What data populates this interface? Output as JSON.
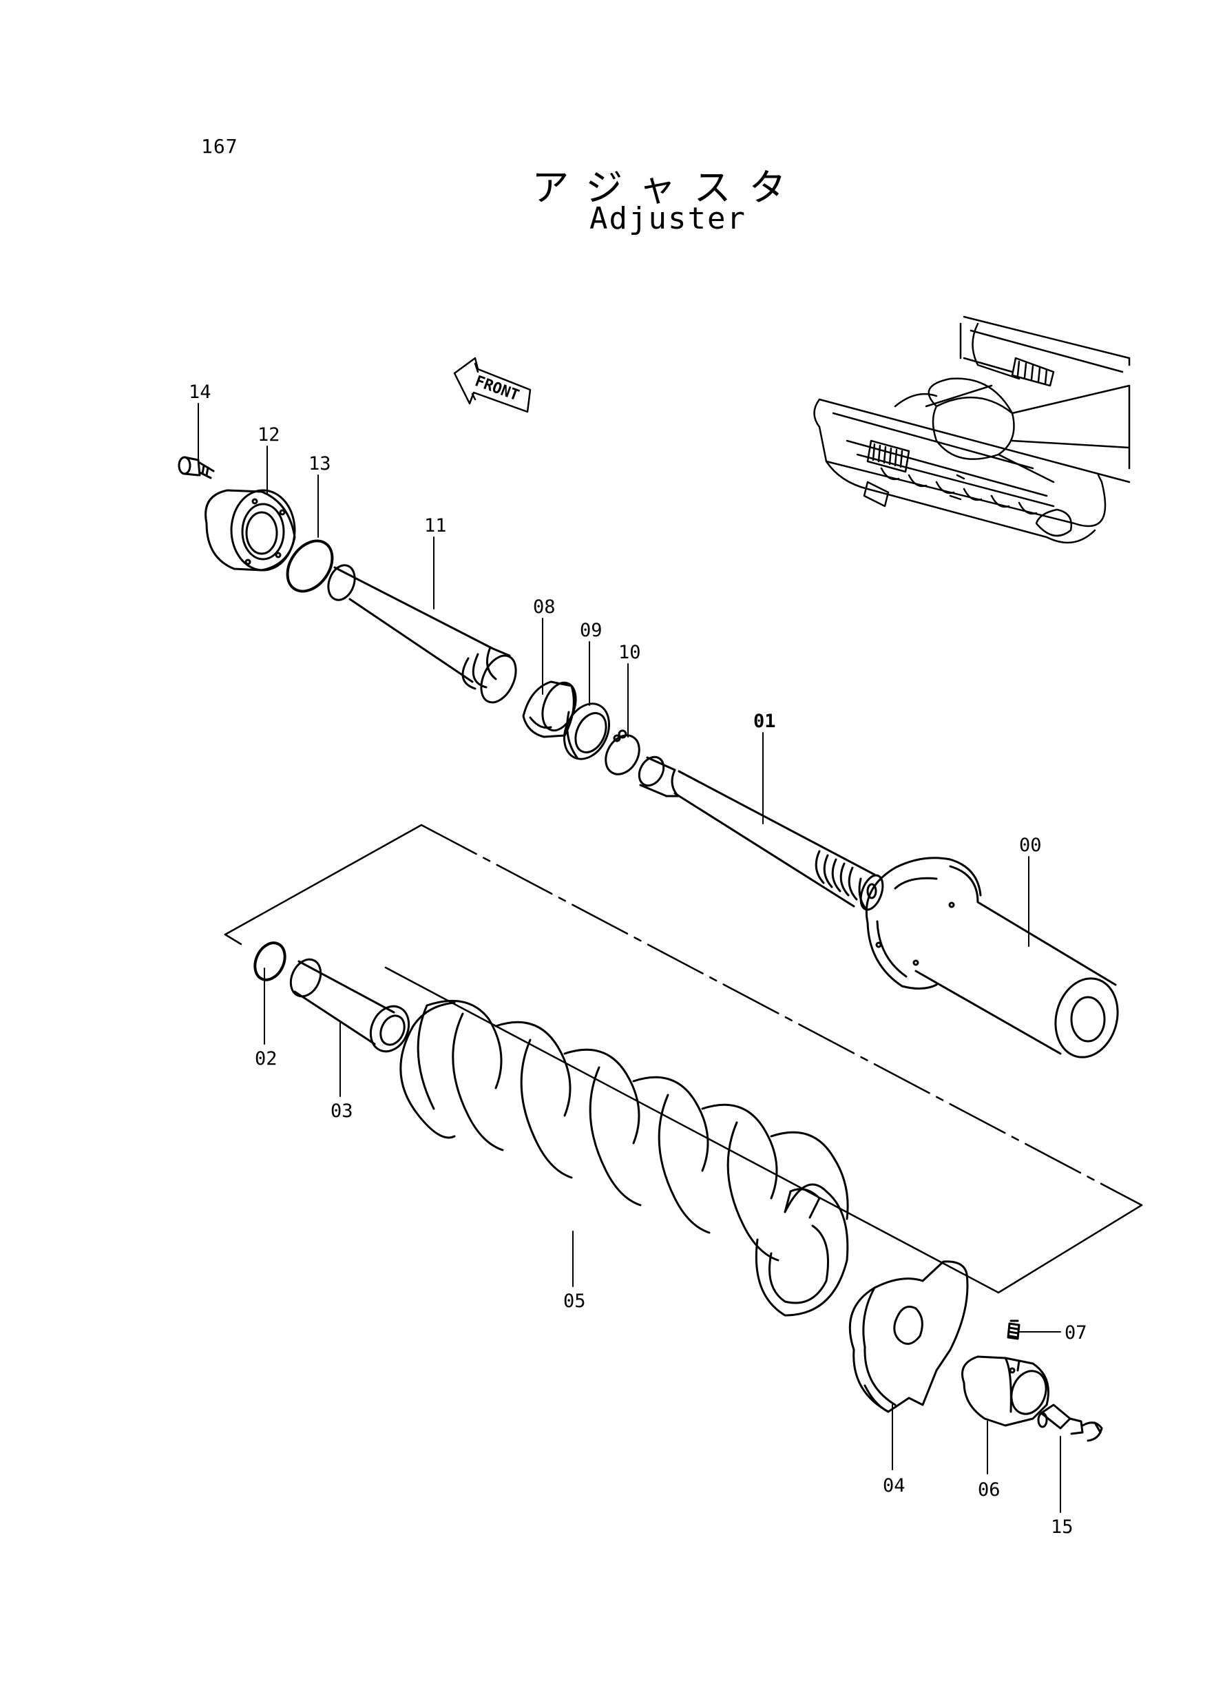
{
  "page_number": "167",
  "title_jp": "アジャスタ",
  "title_en": "Adjuster",
  "front_label": "FRONT",
  "part_labels": {
    "p00": "00",
    "p01": "01",
    "p02": "02",
    "p03": "03",
    "p04": "04",
    "p05": "05",
    "p06": "06",
    "p07": "07",
    "p08": "08",
    "p09": "09",
    "p10": "10",
    "p11": "11",
    "p12": "12",
    "p13": "13",
    "p14": "14",
    "p15": "15"
  }
}
